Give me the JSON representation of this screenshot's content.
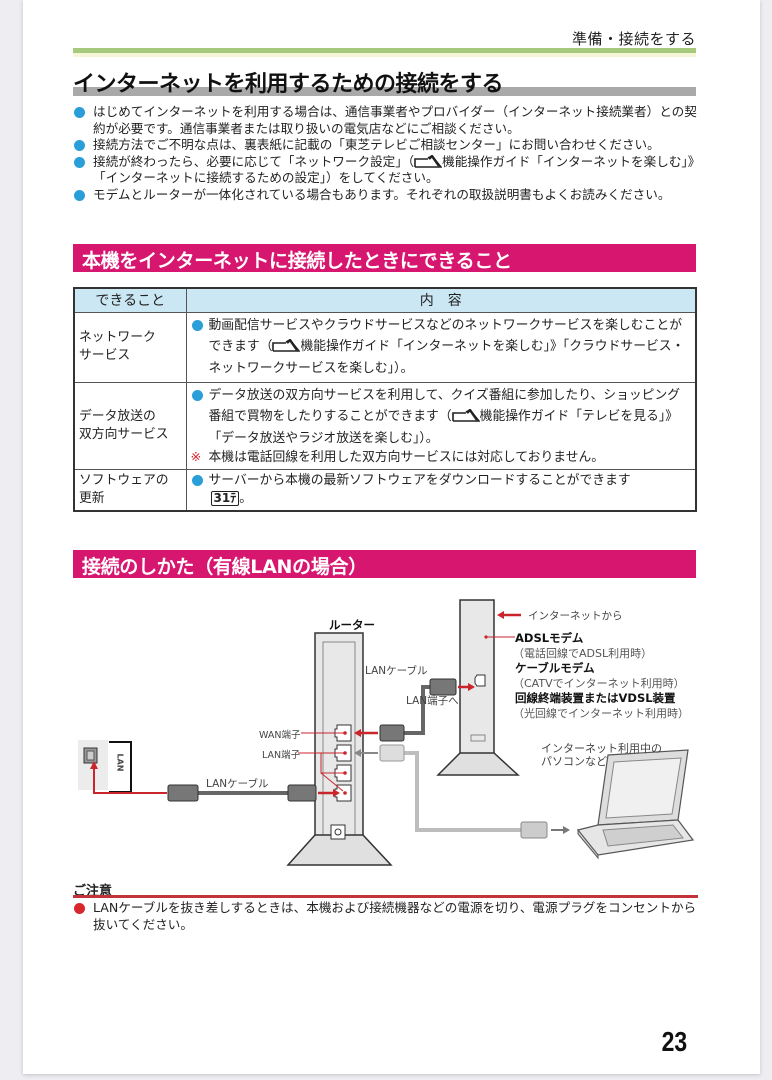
{
  "header": {
    "section_label": "準備・接続をする",
    "page_number": "23"
  },
  "title": "インターネットを利用するための接続をする",
  "intro_bullets": [
    {
      "text_before": "はじめてインターネットを利用する場合は、通信事業者やプロバイダー（インターネット接続業者）との契約が必要です。通信事業者または取り扱いの電気店などにご相談ください。"
    },
    {
      "text_before": "接続方法でご不明な点は、裏表紙に記載の「東芝テレビご相談センター」にお問い合わせください。"
    },
    {
      "text_before": "接続が終わったら、必要に応じて「ネットワーク設定」（",
      "icon": "book-icon",
      "text_after": "機能操作ガイド「インターネットを楽しむ」》「インターネットに接続するための設定」）をしてください。"
    },
    {
      "text_before": "モデムとルーターが一体化されている場合もあります。それぞれの取扱説明書もよくお読みください。"
    }
  ],
  "section1": {
    "heading": "本機をインターネットに接続したときにできること",
    "table": {
      "headers": [
        "できること",
        "内　容"
      ],
      "rows": [
        {
          "category": "ネットワーク\nサービス",
          "cat_line1": "ネットワーク",
          "cat_line2": "サービス",
          "text_before": "動画配信サービスやクラウドサービスなどのネットワークサービスを楽しむことができます（",
          "text_after": "機能操作ガイド「インターネットを楽しむ」》「クラウドサービス・ネットワークサービスを楽しむ」）。"
        },
        {
          "category": "データ放送の\n双方向サービス",
          "cat_line1": "データ放送の",
          "cat_line2": "双方向サービス",
          "text_before": "データ放送の双方向サービスを利用して、クイズ番組に参加したり、ショッピング番組で買物をしたりすることができます（",
          "text_after": "機能操作ガイド「テレビを見る」》「データ放送やラジオ放送を楽しむ」）。",
          "note_mark": "※",
          "note": "本機は電話回線を利用した双方向サービスには対応しておりません。"
        },
        {
          "category": "ソフトウェアの\n更新",
          "cat_line1": "ソフトウェアの",
          "cat_line2": "更新",
          "text_before": "サーバーから本機の最新ソフトウェアをダウンロードすることができます",
          "page_ref": "31",
          "page_ref_suffix": "ﾃ",
          "text_after": "。"
        }
      ]
    }
  },
  "section2": {
    "heading": "接続のしかた（有線LANの場合）",
    "diagram": {
      "router_label": "ルーター",
      "lan_cable_top": "LANケーブル",
      "lan_port_to": "LAN端子へ",
      "wan_port": "WAN端子",
      "lan_port": "LAN端子",
      "lan_cable_bottom": "LANケーブル",
      "tv_lan_label": "LAN",
      "from_internet": "インターネットから",
      "modems": [
        {
          "name": "ADSLモデム",
          "note": "（電話回線でADSL利用時）"
        },
        {
          "name": "ケーブルモデム",
          "note": "（CATVでインターネット利用時）"
        },
        {
          "name": "回線終端装置またはVDSL装置",
          "note": "（光回線でインターネット利用時）"
        }
      ],
      "pc_label_line1": "インターネット利用中の",
      "pc_label_line2": "パソコンなど"
    }
  },
  "caution": {
    "title": "ご注意",
    "text": "LANケーブルを抜き差しするときは、本機および接続機器などの電源を切り、電源プラグをコンセントから抜いてください。"
  },
  "colors": {
    "section_heading_bg": "#d6166f",
    "bullet_blue": "#2a9ed8",
    "caution_red": "#d7262c",
    "table_header_bg": "#cbe7f3",
    "header_rule_green": "#a6c97d"
  }
}
